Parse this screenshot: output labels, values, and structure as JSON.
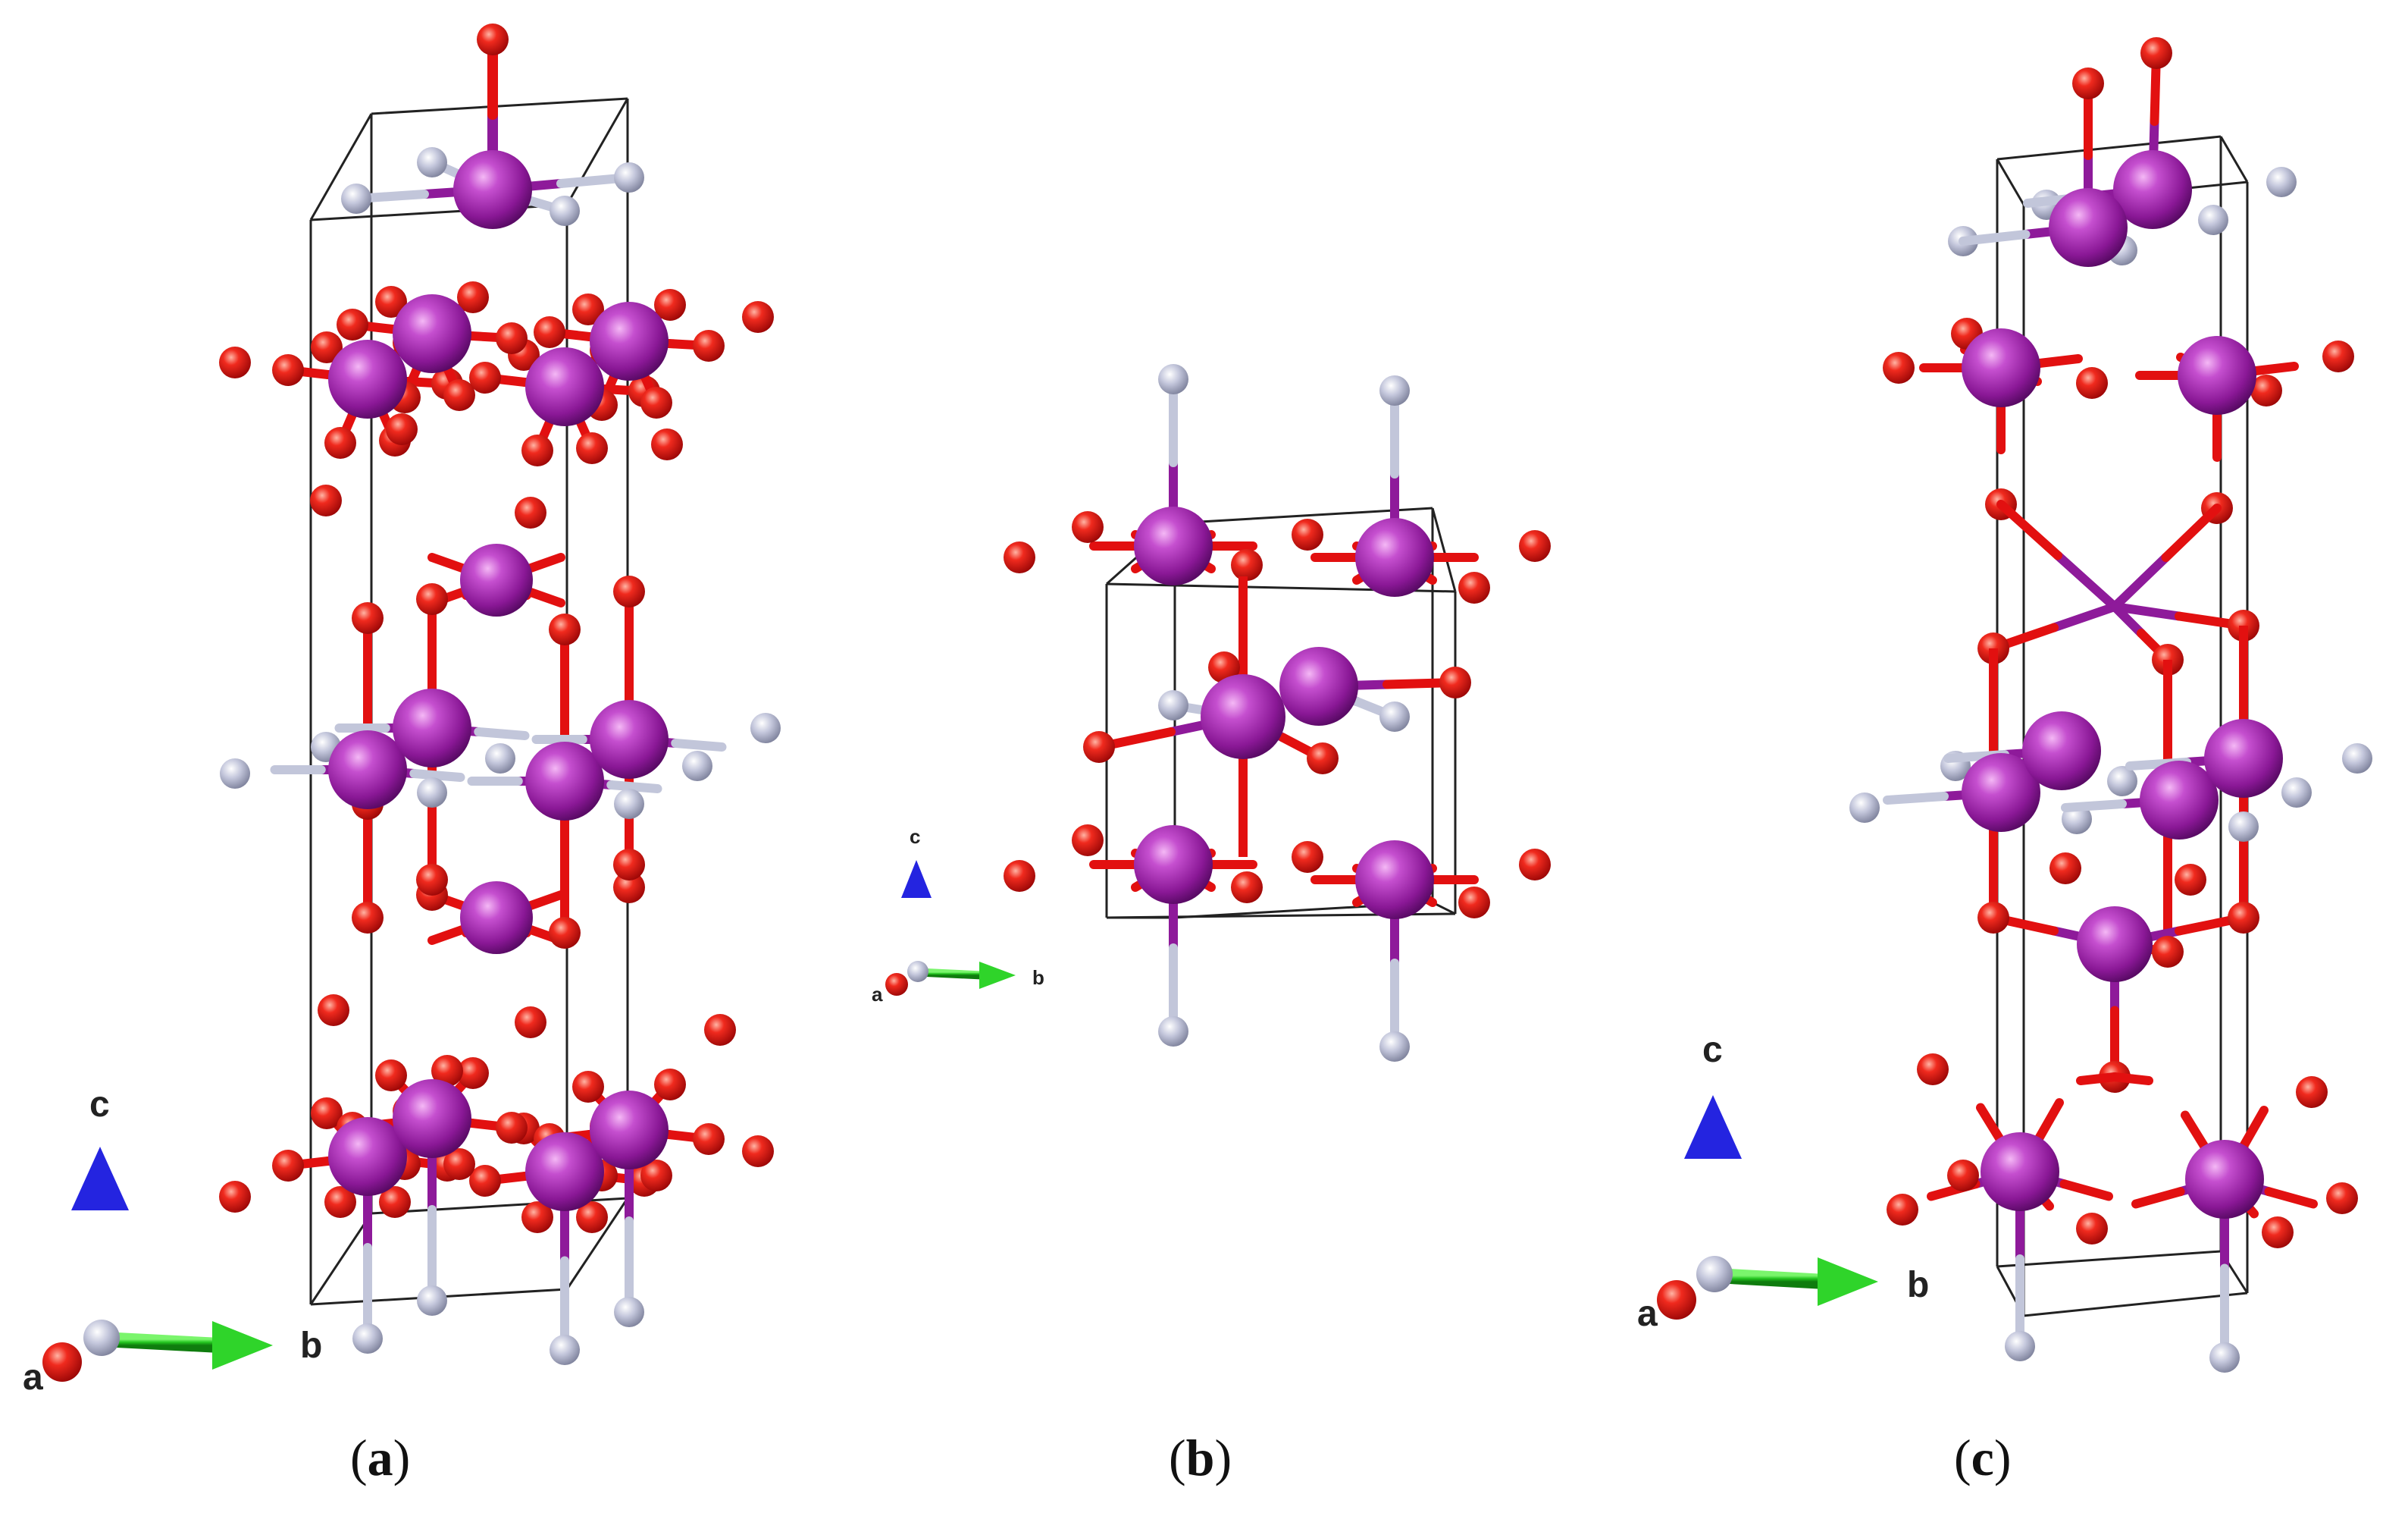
{
  "figure": {
    "panels": [
      {
        "id": "a",
        "label": "a",
        "caption_open": "(",
        "caption_close": ")"
      },
      {
        "id": "b",
        "label": "b",
        "caption_open": "(",
        "caption_close": ")"
      },
      {
        "id": "c",
        "label": "c",
        "caption_open": "(",
        "caption_close": ")"
      }
    ],
    "axes": {
      "a": "a",
      "b": "b",
      "c": "c"
    },
    "colors": {
      "large_atom": "#8e1a9a",
      "large_atom_highlight": "#f1a6f2",
      "oxygen": "#e21010",
      "oxygen_highlight": "#ffb0a0",
      "small_atom": "#b5b9d3",
      "small_atom_highlight": "#ffffff",
      "bond_light": "#c2c6da",
      "axis_c": "#1a1ad6",
      "axis_b": "#22c41e",
      "axis_a": "#c81010",
      "cell_edge": "#222222"
    }
  }
}
